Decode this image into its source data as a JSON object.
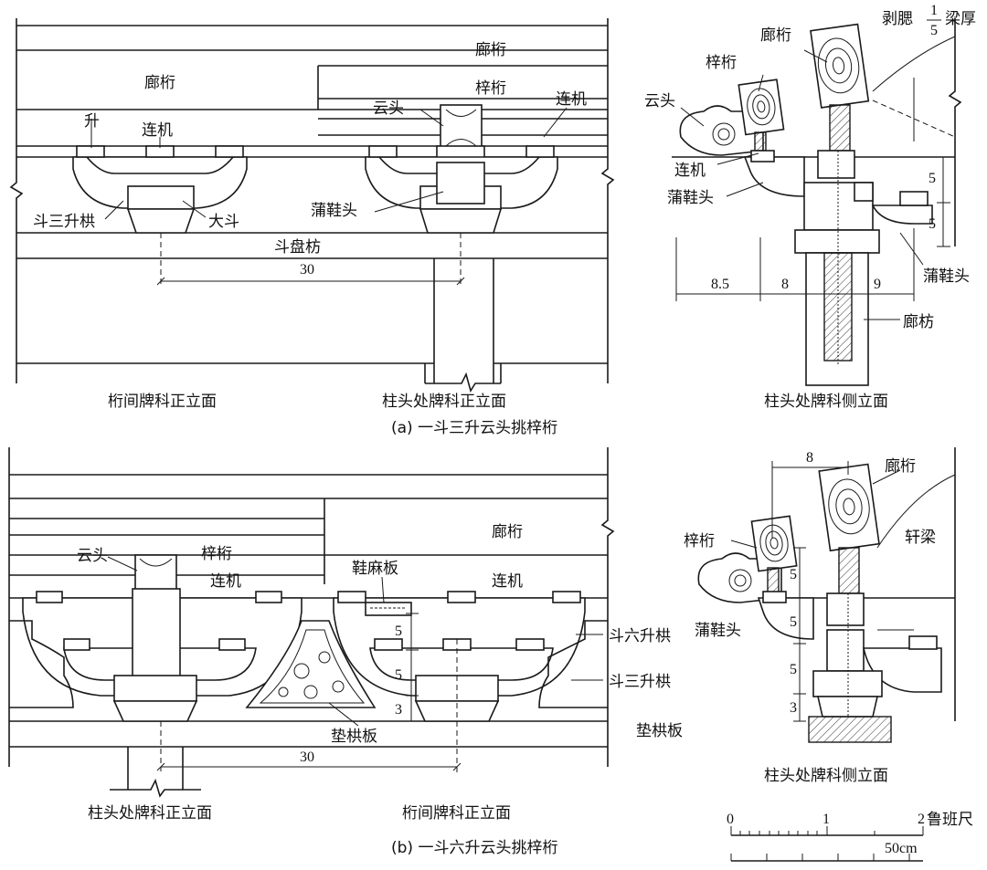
{
  "labels": {
    "langheng": "廊桁",
    "ziheng": "梓桁",
    "lianji": "连机",
    "sheng": "升",
    "yuntou": "云头",
    "dou_san_sheng_gong": "斗三升栱",
    "da_dou": "大斗",
    "puxie_tou": "蒲鞋头",
    "dou_pan_fang": "斗盘枋",
    "lang_fang": "廊枋",
    "bo_fei": "剥腮",
    "bo_fei_fraction_num": "1",
    "bo_fei_fraction_den": "5",
    "liang_hou": "梁厚",
    "xuan_liang": "轩梁",
    "xie_ma_ban": "鞋麻板",
    "dian_gong_ban": "垫栱板",
    "dou_liu_sheng_gong": "斗六升栱"
  },
  "dimensions": {
    "a_span": "30",
    "a_side_85": "8.5",
    "a_side_8": "8",
    "a_side_9": "9",
    "a_side_5a": "5",
    "a_side_5b": "5",
    "b_span": "30",
    "b_vert_5a": "5",
    "b_vert_5b": "5",
    "b_vert_3": "3",
    "b_side_8": "8",
    "b_side_5a": "5",
    "b_side_5b": "5",
    "b_side_5c": "5",
    "b_side_3": "3"
  },
  "captions": {
    "a_left": "桁间牌科正立面",
    "a_mid": "柱头处牌科正立面",
    "a_right": "柱头处牌科侧立面",
    "a_title": "(a) 一斗三升云头挑梓桁",
    "b_left": "柱头处牌科正立面",
    "b_mid": "桁间牌科正立面",
    "b_right": "柱头处牌科侧立面",
    "b_title": "(b) 一斗六升云头挑梓桁"
  },
  "scale": {
    "tick_0": "0",
    "tick_1": "1",
    "tick_2": "2",
    "unit_top": "鲁班尺",
    "unit_bottom": "50cm"
  }
}
